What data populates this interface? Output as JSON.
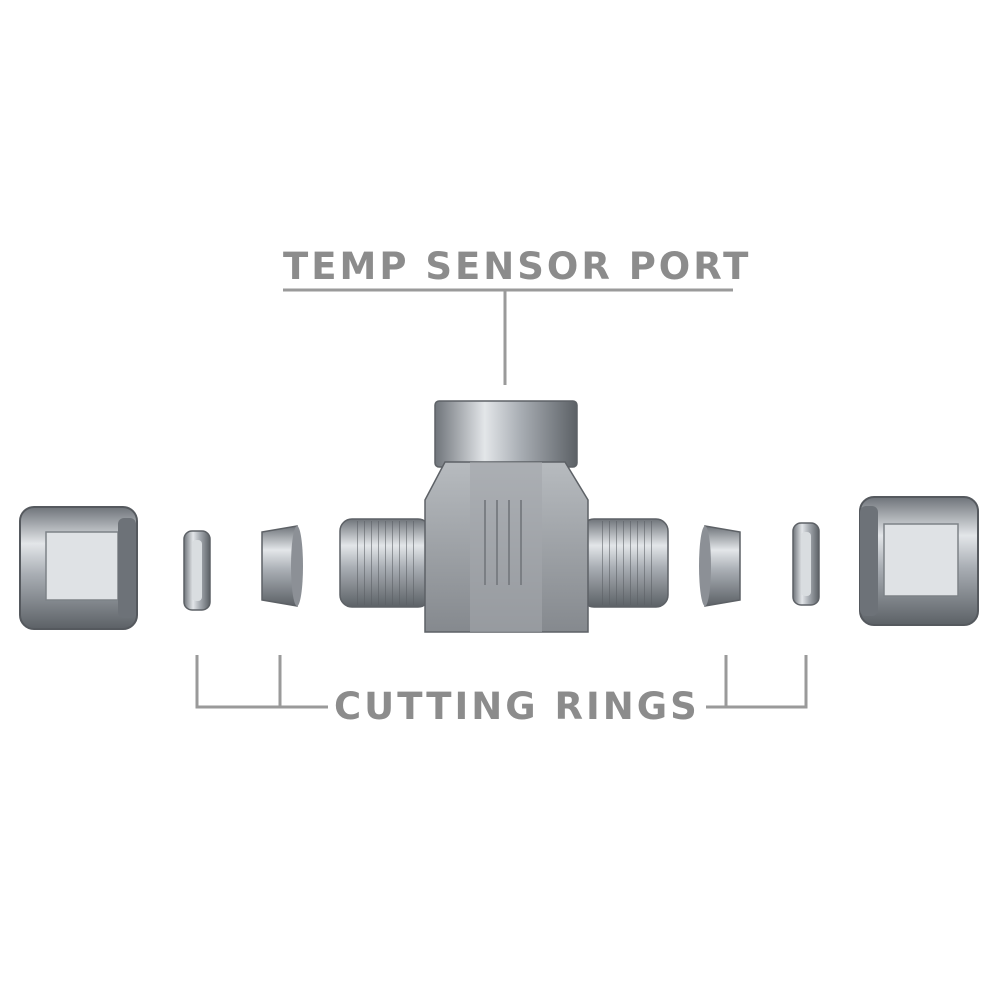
{
  "labels": {
    "temp_sensor_port": "TEMP SENSOR PORT",
    "cutting_rings": "CUTTING RINGS"
  },
  "colors": {
    "background": "#ffffff",
    "label_text": "#8c8c8c",
    "callout_line": "#9a9a9a",
    "metal_dark": "#6f747a",
    "metal_mid": "#a9aeb4",
    "metal_light": "#e3e6e9"
  },
  "parts": [
    "hex-nut",
    "cutting-ring",
    "ferrule",
    "tee-body",
    "ferrule",
    "cutting-ring",
    "hex-nut"
  ]
}
